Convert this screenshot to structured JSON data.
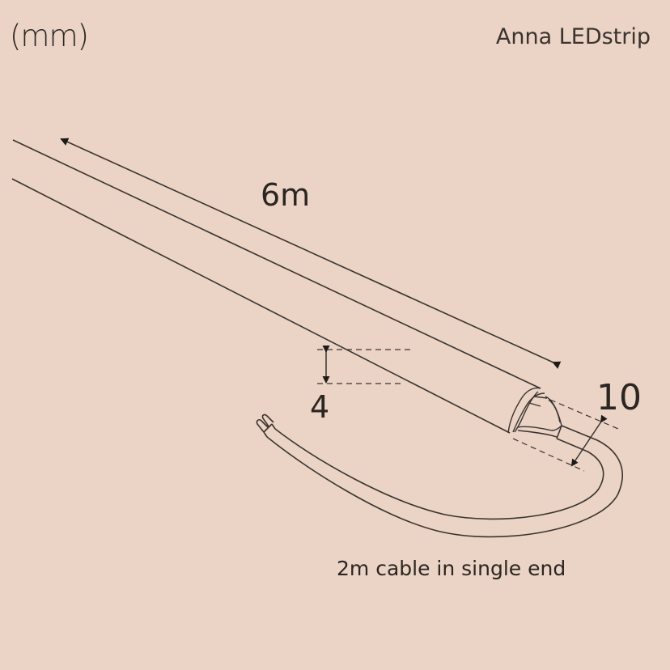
{
  "header": {
    "unit_label": "(mm)",
    "brand_label": "Anna LEDstrip"
  },
  "dimensions": {
    "length_label": "6m",
    "height_label": "4",
    "width_label": "10"
  },
  "annotations": {
    "cable_label": "2m cable in single end"
  },
  "colors": {
    "background": "#ebd3c5",
    "line": "#3a3430",
    "text": "#2b2622"
  }
}
